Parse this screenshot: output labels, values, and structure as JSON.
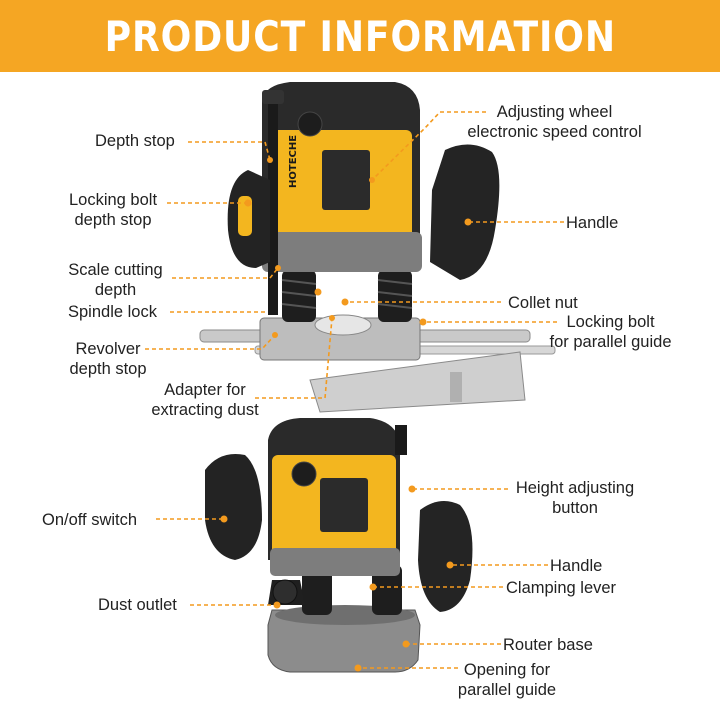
{
  "header": {
    "title": "PRODUCT INFORMATION"
  },
  "brand": {
    "logo_text": "HOTECHE"
  },
  "colors": {
    "banner": "#f5a623",
    "tool_body": "#f3b61f",
    "tool_dark": "#2a2a2a",
    "leader_line": "#f39a1e"
  },
  "top_labels": {
    "depth_stop": "Depth stop",
    "locking_bolt_1": "Locking bolt",
    "locking_bolt_2": "depth stop",
    "scale_cutting_1": "Scale cutting",
    "scale_cutting_2": "depth",
    "spindle_lock": "Spindle lock",
    "revolver_1": "Revolver",
    "revolver_2": "depth stop",
    "adapter_1": "Adapter for",
    "adapter_2": "extracting dust",
    "adjusting_wheel_1": "Adjusting wheel",
    "adjusting_wheel_2": "electronic speed control",
    "handle": "Handle",
    "collet_nut": "Collet nut",
    "locking_parallel_1": "Locking bolt",
    "locking_parallel_2": "for parallel guide"
  },
  "bottom_labels": {
    "on_off": "On/off switch",
    "dust_outlet": "Dust outlet",
    "height_adjust_1": "Height adjusting",
    "height_adjust_2": "button",
    "handle": "Handle",
    "clamping_lever": "Clamping lever",
    "router_base": "Router base",
    "opening_1": "Opening for",
    "opening_2": "parallel guide"
  }
}
